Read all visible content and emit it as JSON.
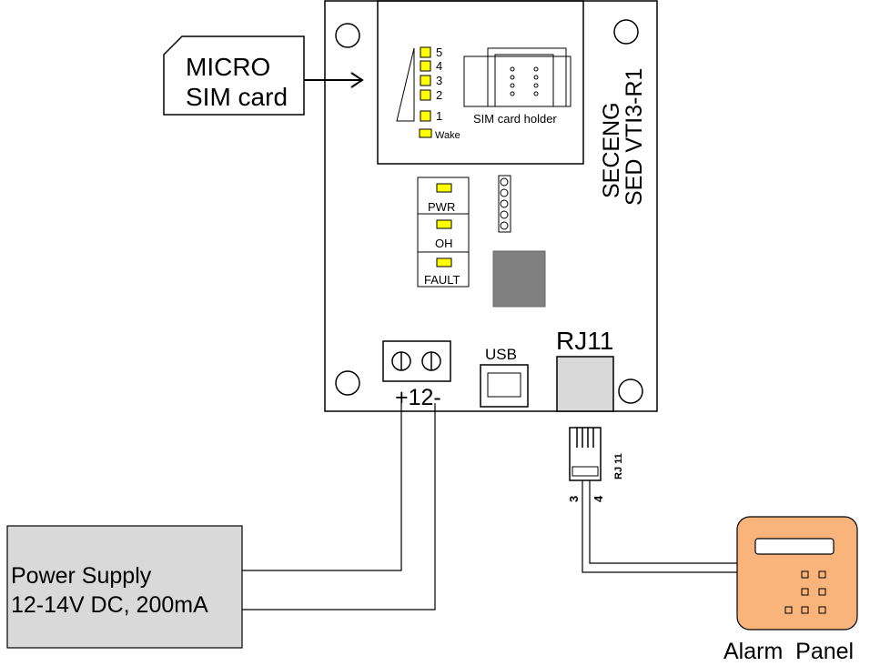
{
  "sim_card": {
    "line1": "MICRO",
    "line2": "SIM card"
  },
  "signal_leds": [
    "5",
    "4",
    "3",
    "2",
    "1"
  ],
  "wake_label": "Wake",
  "sim_holder_label": "SIM card holder",
  "status_leds": [
    "PWR",
    "OH",
    "FAULT"
  ],
  "board": {
    "brand": "SECENG",
    "model": "SED VTI3-R1"
  },
  "power_terminal_label": "+12-",
  "usb_label": "USB",
  "rj11_label": "RJ11",
  "rj11_plug_label": "RJ 11",
  "pin_labels": [
    "3",
    "4"
  ],
  "power_supply": {
    "line1": "Power Supply",
    "line2": "12-14V DC, 200mA"
  },
  "alarm_panel_label": "Alarm  Panel",
  "colors": {
    "led_yellow": "#ffff00",
    "chip_gray": "#808080",
    "power_supply_fill": "#d9d9d9",
    "rj11_socket_fill": "#d9d9d9",
    "alarm_panel_fill": "#f9b47c"
  }
}
